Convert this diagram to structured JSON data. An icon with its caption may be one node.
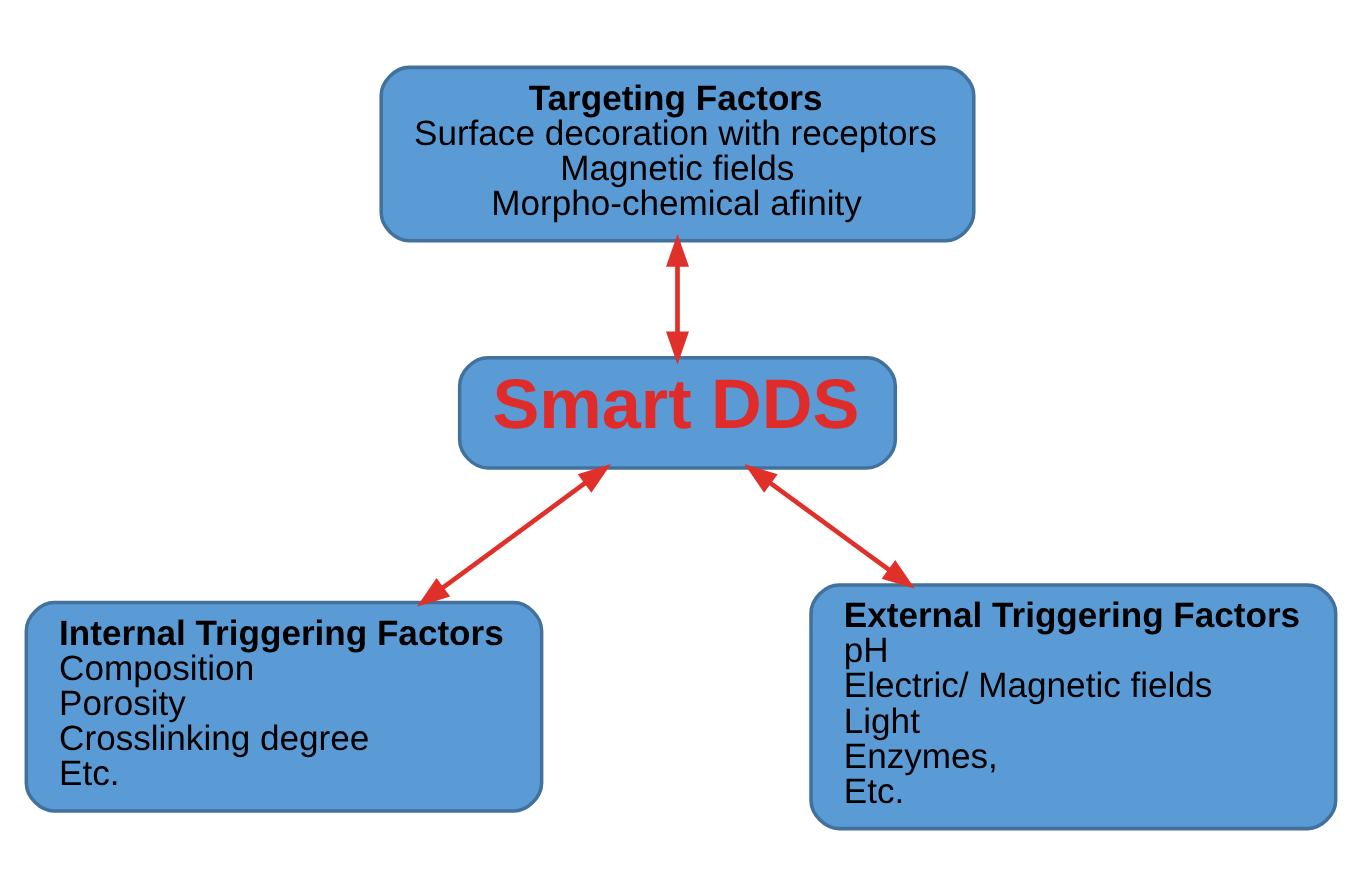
{
  "diagram": {
    "nodes": [
      {
        "text": [
          "Targeting Factors",
          "Surface decoration with receptors",
          "Magnetic fields",
          "Morpho-chemical afinity"
        ]
      },
      {
        "text": [
          "Smart DDS"
        ]
      },
      {
        "text": [
          "Internal Triggering Factors",
          "Composition",
          "Porosity",
          "Crosslinking degree",
          "Etc."
        ]
      },
      {
        "text": [
          "External Triggering Factors",
          "pH",
          "Electric/ Magnetic fields",
          "Light",
          "Enzymes,",
          "Etc."
        ]
      }
    ],
    "edges": [
      {
        "from": 0,
        "to": 1,
        "arrow": "both"
      },
      {
        "from": 1,
        "to": 2,
        "arrow": "both"
      },
      {
        "from": 1,
        "to": 3,
        "arrow": "both"
      }
    ]
  }
}
